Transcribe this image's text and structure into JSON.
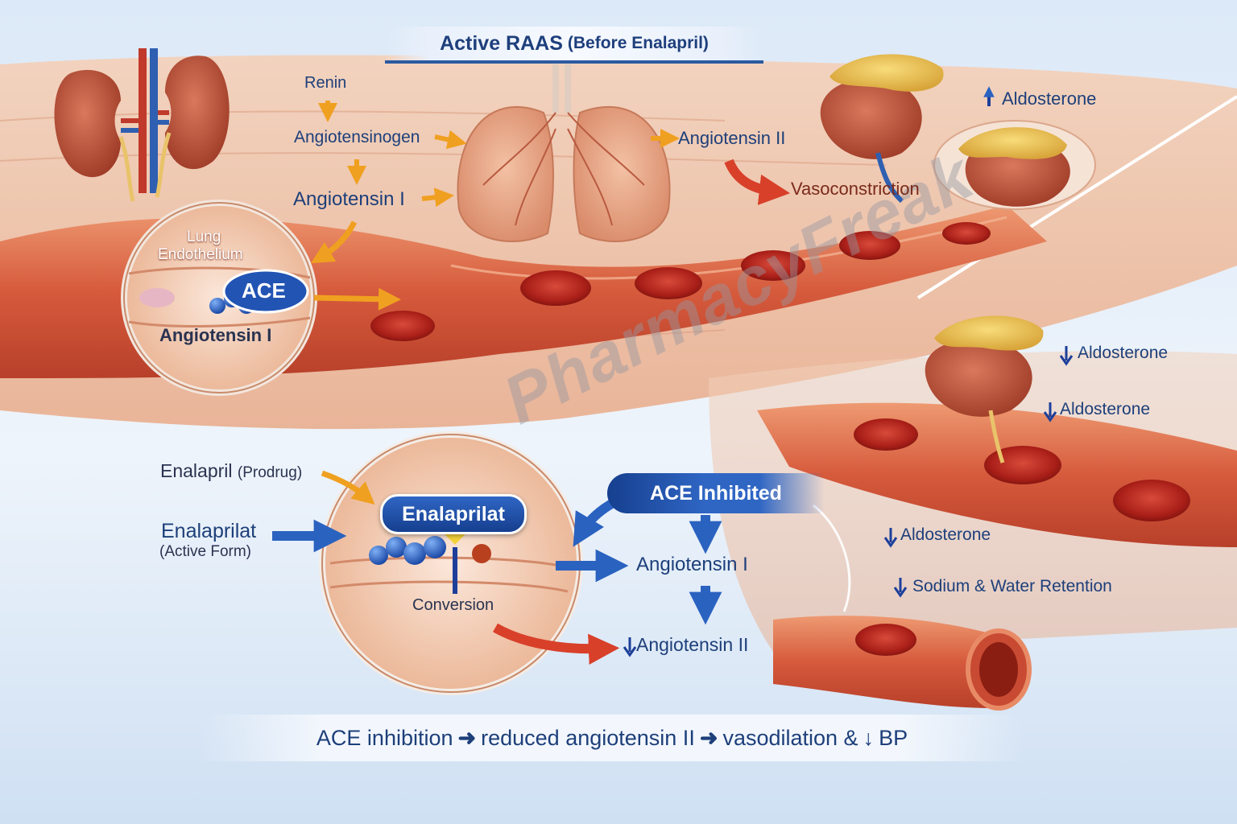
{
  "title": {
    "main": "Active RAAS",
    "sub": "(Before Enalapril)"
  },
  "top_pathway": {
    "renin": "Renin",
    "angiotensinogen": "Angiotensinogen",
    "angiotensin_1": "Angiotensin I",
    "angiotensin_2": "Angiotensin II",
    "vasoconstriction": "Vasoconstriction",
    "aldosterone_up": "Aldosterone"
  },
  "lung_inset": {
    "label_line1": "Lung",
    "label_line2": "Endothelium",
    "enzyme": "ACE",
    "substrate": "Angiotensin I"
  },
  "drug": {
    "prodrug_name": "Enalapril",
    "prodrug_note": "(Prodrug)",
    "active_name": "Enalaprilat",
    "active_note": "(Active Form)",
    "pill_label": "Enalaprilat",
    "conversion": "Conversion"
  },
  "inhibited_pathway": {
    "banner": "ACE Inhibited",
    "angiotensin_1": "Angiotensin I",
    "angiotensin_2": "Angiotensin II"
  },
  "right_effects": {
    "aldosterone_1": "Aldosterone",
    "aldosterone_2": "Aldosterone",
    "aldosterone_3": "Aldosterone",
    "sodium_water": "Sodium & Water Retention"
  },
  "summary": {
    "part1": "ACE inhibition",
    "part2": "reduced angiotensin II",
    "part3": "vasodilation &",
    "part4": "BP"
  },
  "watermark": "PharmacyFreak",
  "colors": {
    "label_blue": "#1d3f7a",
    "arrow_orange": "#f0a020",
    "arrow_red": "#d8402a",
    "arrow_blue": "#2a62c0",
    "tissue": "#e8a07a",
    "vessel": "#d9553a",
    "rbc": "#b8231c"
  }
}
